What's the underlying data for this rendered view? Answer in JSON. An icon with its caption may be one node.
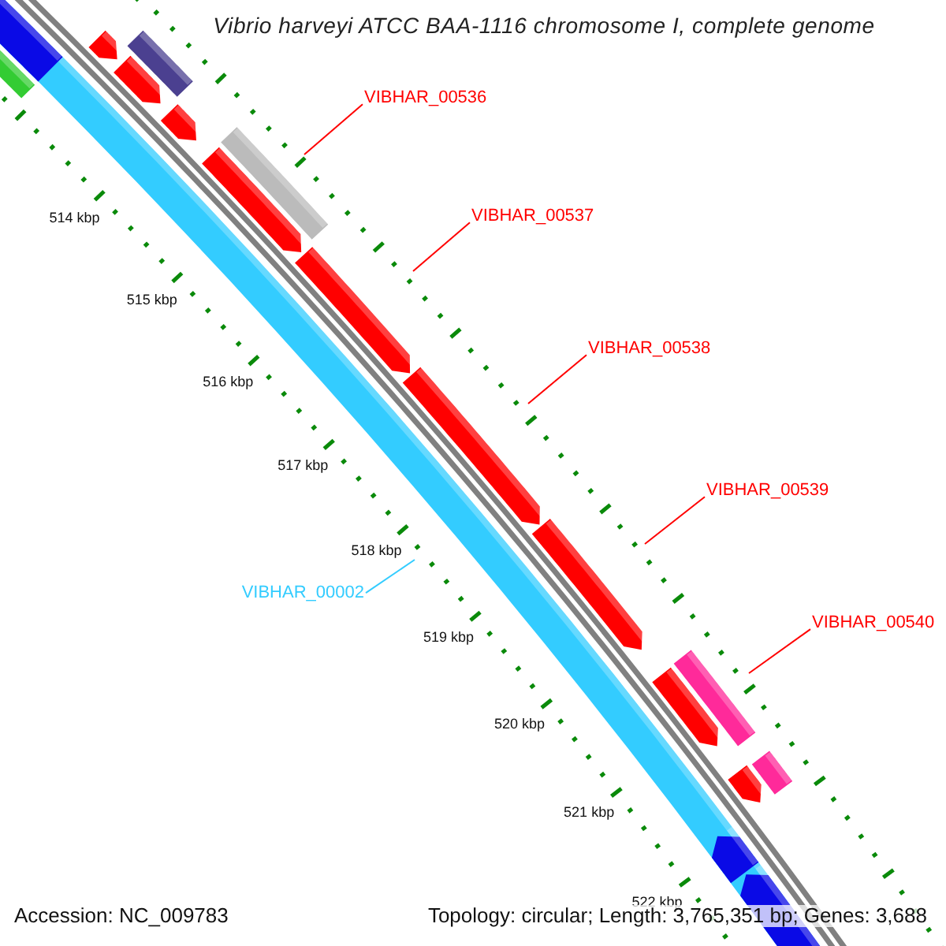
{
  "diagram": {
    "title": "Vibrio harveyi ATCC BAA-1116 chromosome I, complete genome",
    "nodes": [
      {
        "text": [
          "VIBHAR_00536"
        ]
      },
      {
        "text": [
          "VIBHAR_00537"
        ]
      },
      {
        "text": [
          "VIBHAR_00538"
        ]
      },
      {
        "text": [
          "VIBHAR_00539"
        ]
      },
      {
        "text": [
          "VIBHAR_00540"
        ]
      },
      {
        "text": [
          "VIBHAR_00002"
        ]
      }
    ],
    "edges": [
      {
        "from": 0,
        "to": null,
        "arrow": "none"
      },
      {
        "from": 1,
        "to": null,
        "arrow": "none"
      },
      {
        "from": 2,
        "to": null,
        "arrow": "none"
      },
      {
        "from": 3,
        "to": null,
        "arrow": "none"
      },
      {
        "from": 4,
        "to": null,
        "arrow": "none"
      },
      {
        "from": 5,
        "to": null,
        "arrow": "none",
        "color": "#33ccff"
      }
    ],
    "labels": [
      "514 kbp",
      "515 kbp",
      "516 kbp",
      "517 kbp",
      "518 kbp",
      "519 kbp",
      "520 kbp",
      "521 kbp",
      "522 kbp",
      "Accession: NC_009783",
      "Topology: circular; Length: 3,765,351 bp; Genes: 3,688"
    ]
  }
}
